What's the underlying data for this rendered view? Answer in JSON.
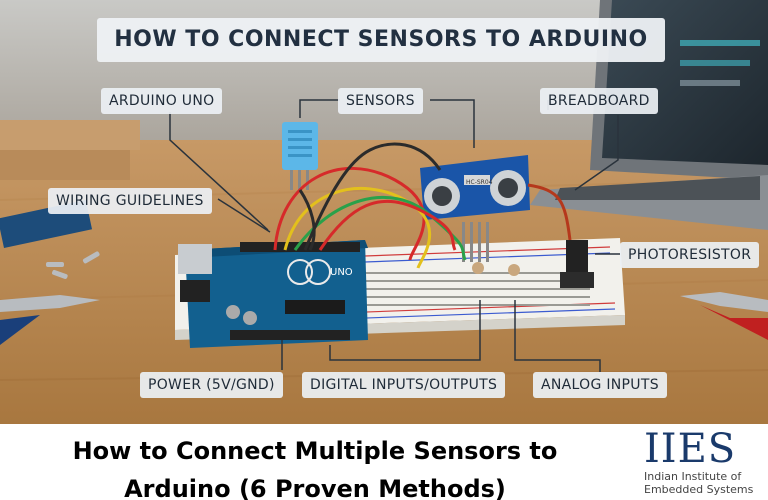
{
  "title": "HOW TO CONNECT SENSORS TO ARDUINO",
  "callouts": {
    "arduino": "ARDUINO UNO",
    "sensors": "SENSORS",
    "breadboard": "BREADBOARD",
    "wiring": "WIRING GUIDELINES",
    "photoresistor": "PHOTORESISTOR",
    "power": "POWER (5V/GND)",
    "digital": "DIGITAL INPUTS/OUTPUTS",
    "analog": "ANALOG INPUTS"
  },
  "board_labels": {
    "uno": "UNO",
    "sensor_module": "HC-SR04"
  },
  "caption": "How to Connect Multiple Sensors to Arduino (6 Proven Methods)",
  "logo": {
    "mark": "IIES",
    "line1": "Indian Institute of",
    "line2": "Embedded Systems"
  }
}
